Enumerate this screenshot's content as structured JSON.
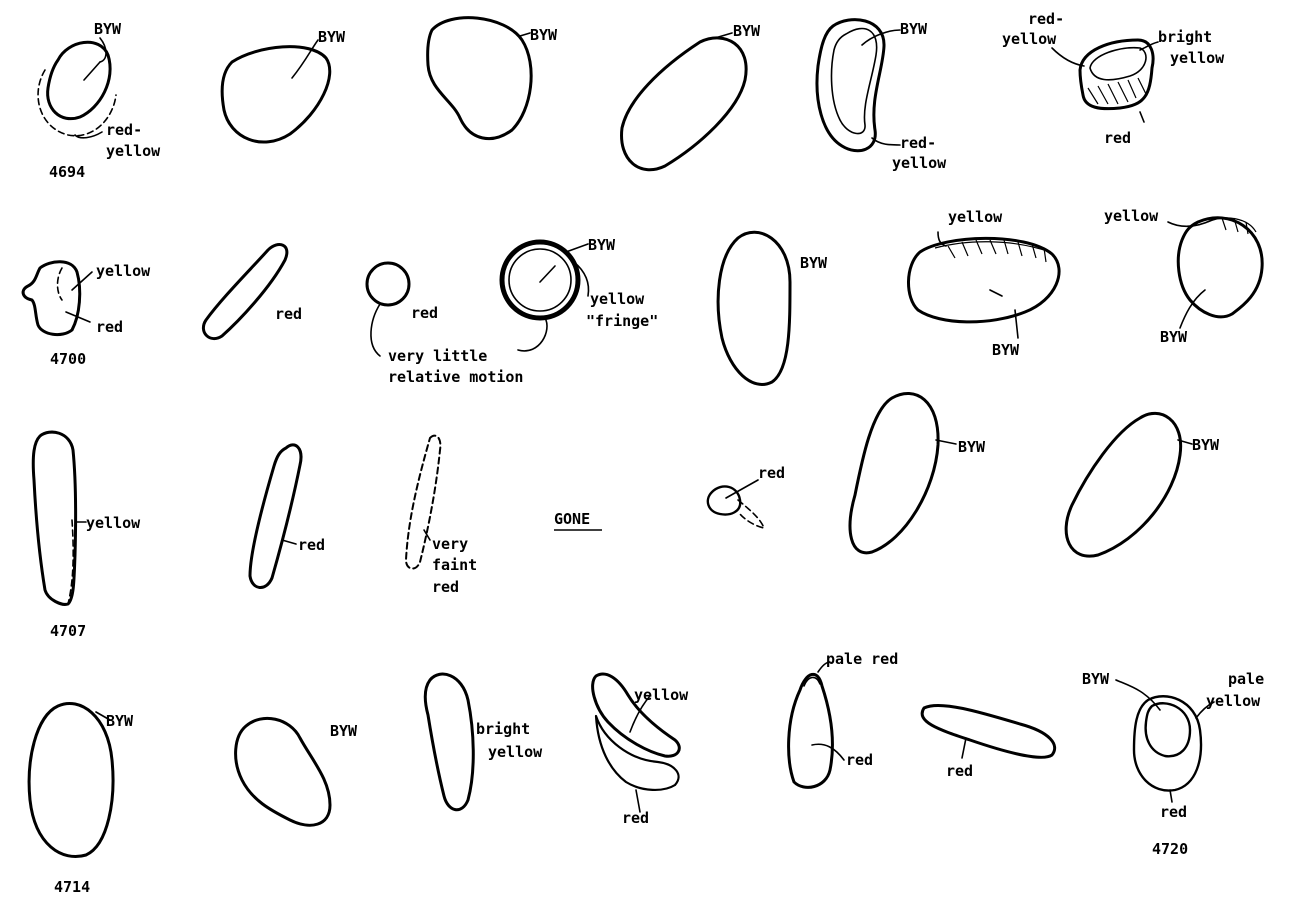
{
  "row1": {
    "frame_number": "4694",
    "p1_byw": "BYW",
    "p1_red": "red-",
    "p1_yellow": "yellow",
    "p2_byw": "BYW",
    "p3_byw": "BYW",
    "p4_byw": "BYW",
    "p5_byw": "BYW",
    "p5_red": "red-",
    "p5_yellow": "yellow",
    "p6_red_top": "red-",
    "p6_yellow_top": "yellow",
    "p6_bright": "bright",
    "p6_yellow_right": "yellow",
    "p6_red": "red"
  },
  "row2": {
    "frame_number": "4700",
    "p1_yellow": "yellow",
    "p1_red": "red",
    "p2_red": "red",
    "p3_red": "red",
    "note_line1": "very little",
    "note_line2": "relative motion",
    "p4_byw": "BYW",
    "p4_yellow": "yellow",
    "p4_fringe": "\"fringe\"",
    "p5_byw": "BYW",
    "p6_yellow": "yellow",
    "p6_byw": "BYW",
    "p7_yellow": "yellow",
    "p7_byw": "BYW"
  },
  "row3": {
    "frame_number": "4707",
    "p1_yellow": "yellow",
    "p2_red": "red",
    "p3_very": "very",
    "p3_faint": "faint",
    "p3_red": "red",
    "gone": "GONE",
    "p5_red": "red",
    "p6_byw": "BYW",
    "p7_byw": "BYW"
  },
  "row4": {
    "frame_number_left": "4714",
    "frame_number_right": "4720",
    "p1_byw": "BYW",
    "p2_byw": "BYW",
    "p3_bright": "bright",
    "p3_yellow": "yellow",
    "p4_yellow": "yellow",
    "p4_red": "red",
    "p5_pale_red": "pale red",
    "p5_red": "red",
    "p6_red": "red",
    "p7_byw": "BYW",
    "p7_pale": "pale",
    "p7_yellow": "yellow",
    "p7_red": "red"
  }
}
